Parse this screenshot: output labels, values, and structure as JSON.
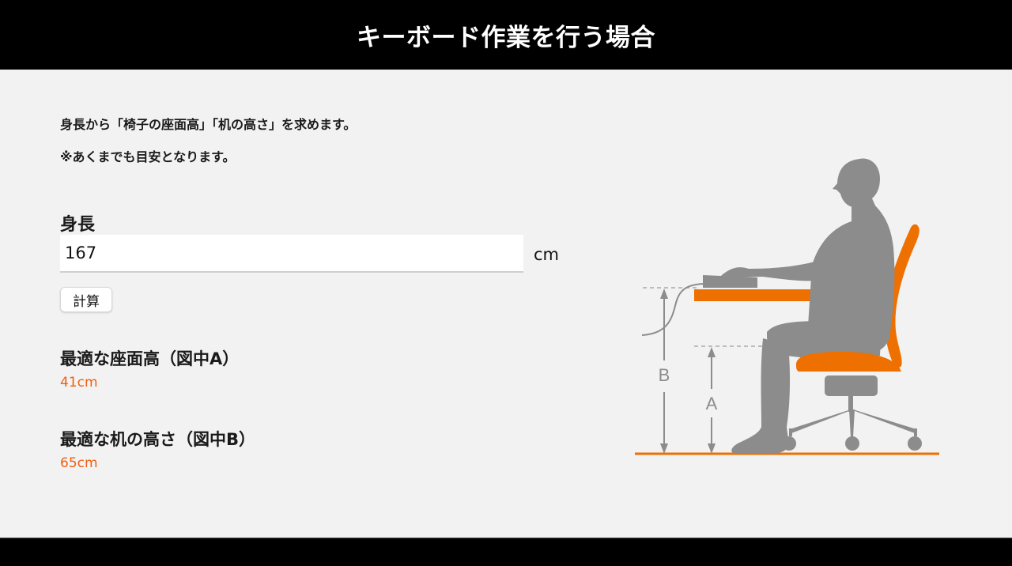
{
  "header": {
    "title": "キーボード作業を行う場合"
  },
  "intro": {
    "line1": "身長から「椅子の座面高」「机の高さ」を求めます。",
    "line2": "※あくまでも目安となります。"
  },
  "form": {
    "height_label": "身長",
    "height_value": "167",
    "unit": "cm",
    "calc_button_label": "計算"
  },
  "results": {
    "seat": {
      "title": "最適な座面高（図中A）",
      "value": "41cm"
    },
    "desk": {
      "title": "最適な机の高さ（図中B）",
      "value": "65cm"
    }
  },
  "diagram": {
    "label_a": "A",
    "label_b": "B",
    "colors": {
      "accent": "#ee7000",
      "figure": "#8c8c8c",
      "dim_line": "#8c8c8c"
    }
  },
  "colors": {
    "header_bg": "#000000",
    "page_bg": "#f2f2f2",
    "result_value": "#f06010"
  }
}
